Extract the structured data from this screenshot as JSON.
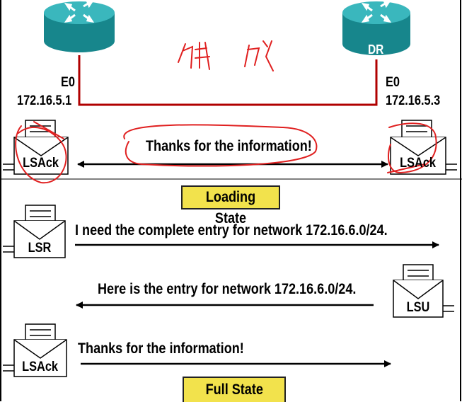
{
  "routers": {
    "left": {
      "interface": "E0",
      "ip": "172.16.5.1",
      "role": ""
    },
    "right": {
      "interface": "E0",
      "ip": "172.16.5.3",
      "role": "DR"
    }
  },
  "packets": {
    "lsack_left": "LSAck",
    "lsack_right": "LSAck",
    "lsr": "LSR",
    "lsu": "LSU",
    "lsack_bottom": "LSAck"
  },
  "messages": {
    "thanks_top": "Thanks for the information!",
    "need_entry": "I need the complete entry for network 172.16.6.0/24.",
    "here_entry": "Here is the entry for network 172.16.6.0/24.",
    "thanks_bottom": "Thanks for the information!"
  },
  "states": {
    "loading": "Loading State",
    "full": "Full State"
  },
  "colors": {
    "router": "#1f9aa0",
    "link": "#b00000",
    "annotation": "#e02020",
    "state_bg": "#f2e24c"
  }
}
